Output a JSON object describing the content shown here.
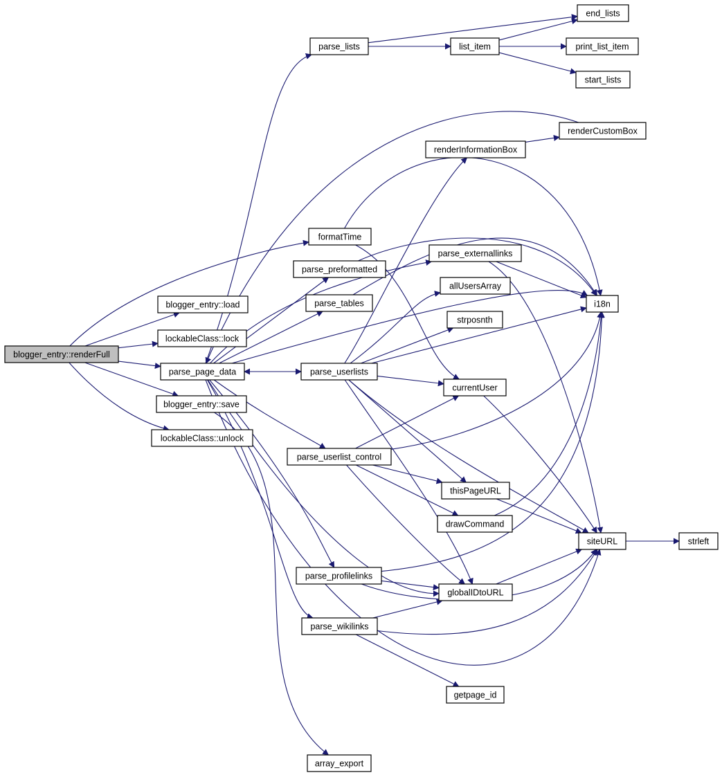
{
  "diagram": {
    "colors": {
      "edge": "#191970",
      "root_fill": "#bfbfbf",
      "node_fill": "#ffffff",
      "border": "#000000"
    },
    "nodes": [
      {
        "id": "renderFull",
        "label": "blogger_entry::renderFull",
        "root": true
      },
      {
        "id": "load",
        "label": "blogger_entry::load"
      },
      {
        "id": "lock",
        "label": "lockableClass::lock"
      },
      {
        "id": "parse_page_data",
        "label": "parse_page_data"
      },
      {
        "id": "save",
        "label": "blogger_entry::save"
      },
      {
        "id": "unlock",
        "label": "lockableClass::unlock"
      },
      {
        "id": "formatTime",
        "label": "formatTime"
      },
      {
        "id": "parse_lists",
        "label": "parse_lists"
      },
      {
        "id": "list_item",
        "label": "list_item"
      },
      {
        "id": "end_lists",
        "label": "end_lists"
      },
      {
        "id": "print_list_item",
        "label": "print_list_item"
      },
      {
        "id": "start_lists",
        "label": "start_lists"
      },
      {
        "id": "renderCustomBox",
        "label": "renderCustomBox"
      },
      {
        "id": "renderInformationBox",
        "label": "renderInformationBox"
      },
      {
        "id": "parse_preformatted",
        "label": "parse_preformatted"
      },
      {
        "id": "parse_externallinks",
        "label": "parse_externallinks"
      },
      {
        "id": "parse_tables",
        "label": "parse_tables"
      },
      {
        "id": "allUsersArray",
        "label": "allUsersArray"
      },
      {
        "id": "i18n",
        "label": "i18n"
      },
      {
        "id": "strposnth",
        "label": "strposnth"
      },
      {
        "id": "parse_userlists",
        "label": "parse_userlists"
      },
      {
        "id": "currentUser",
        "label": "currentUser"
      },
      {
        "id": "parse_userlist_control",
        "label": "parse_userlist_control"
      },
      {
        "id": "thisPageURL",
        "label": "thisPageURL"
      },
      {
        "id": "drawCommand",
        "label": "drawCommand"
      },
      {
        "id": "siteURL",
        "label": "siteURL"
      },
      {
        "id": "strleft",
        "label": "strleft"
      },
      {
        "id": "parse_profilelinks",
        "label": "parse_profilelinks"
      },
      {
        "id": "globalIDtoURL",
        "label": "globalIDtoURL"
      },
      {
        "id": "parse_wikilinks",
        "label": "parse_wikilinks"
      },
      {
        "id": "getpage_id",
        "label": "getpage_id"
      },
      {
        "id": "array_export",
        "label": "array_export"
      }
    ],
    "edges": [
      [
        "renderFull",
        "formatTime"
      ],
      [
        "renderFull",
        "load"
      ],
      [
        "renderFull",
        "lock"
      ],
      [
        "renderFull",
        "parse_page_data"
      ],
      [
        "renderFull",
        "save"
      ],
      [
        "renderFull",
        "unlock"
      ],
      [
        "formatTime",
        "i18n"
      ],
      [
        "formatTime",
        "currentUser"
      ],
      [
        "parse_page_data",
        "parse_lists"
      ],
      [
        "parse_page_data",
        "parse_preformatted"
      ],
      [
        "parse_page_data",
        "parse_tables"
      ],
      [
        "parse_page_data",
        "parse_userlists"
      ],
      [
        "parse_page_data",
        "parse_userlist_control"
      ],
      [
        "parse_page_data",
        "parse_profilelinks"
      ],
      [
        "parse_page_data",
        "parse_wikilinks"
      ],
      [
        "parse_page_data",
        "globalIDtoURL"
      ],
      [
        "parse_page_data",
        "siteURL"
      ],
      [
        "parse_page_data",
        "i18n"
      ],
      [
        "parse_page_data",
        "parse_externallinks"
      ],
      [
        "parse_lists",
        "list_item"
      ],
      [
        "parse_lists",
        "end_lists"
      ],
      [
        "list_item",
        "end_lists"
      ],
      [
        "list_item",
        "print_list_item"
      ],
      [
        "list_item",
        "start_lists"
      ],
      [
        "renderInformationBox",
        "renderCustomBox"
      ],
      [
        "renderCustomBox",
        "parse_page_data"
      ],
      [
        "parse_preformatted",
        "i18n"
      ],
      [
        "parse_tables",
        "i18n"
      ],
      [
        "parse_externallinks",
        "i18n"
      ],
      [
        "parse_externallinks",
        "siteURL"
      ],
      [
        "parse_userlists",
        "parse_page_data"
      ],
      [
        "parse_userlists",
        "renderInformationBox"
      ],
      [
        "parse_userlists",
        "allUsersArray"
      ],
      [
        "parse_userlists",
        "strposnth"
      ],
      [
        "parse_userlists",
        "i18n"
      ],
      [
        "parse_userlists",
        "currentUser"
      ],
      [
        "parse_userlists",
        "thisPageURL"
      ],
      [
        "parse_userlists",
        "globalIDtoURL"
      ],
      [
        "parse_userlists",
        "siteURL"
      ],
      [
        "parse_userlist_control",
        "currentUser"
      ],
      [
        "parse_userlist_control",
        "i18n"
      ],
      [
        "parse_userlist_control",
        "thisPageURL"
      ],
      [
        "parse_userlist_control",
        "drawCommand"
      ],
      [
        "parse_userlist_control",
        "globalIDtoURL"
      ],
      [
        "currentUser",
        "siteURL"
      ],
      [
        "thisPageURL",
        "siteURL"
      ],
      [
        "drawCommand",
        "i18n"
      ],
      [
        "siteURL",
        "strleft"
      ],
      [
        "parse_profilelinks",
        "globalIDtoURL"
      ],
      [
        "parse_profilelinks",
        "i18n"
      ],
      [
        "parse_profilelinks",
        "siteURL"
      ],
      [
        "globalIDtoURL",
        "siteURL"
      ],
      [
        "parse_wikilinks",
        "globalIDtoURL"
      ],
      [
        "parse_wikilinks",
        "getpage_id"
      ],
      [
        "parse_wikilinks",
        "siteURL"
      ],
      [
        "save",
        "array_export"
      ]
    ]
  }
}
